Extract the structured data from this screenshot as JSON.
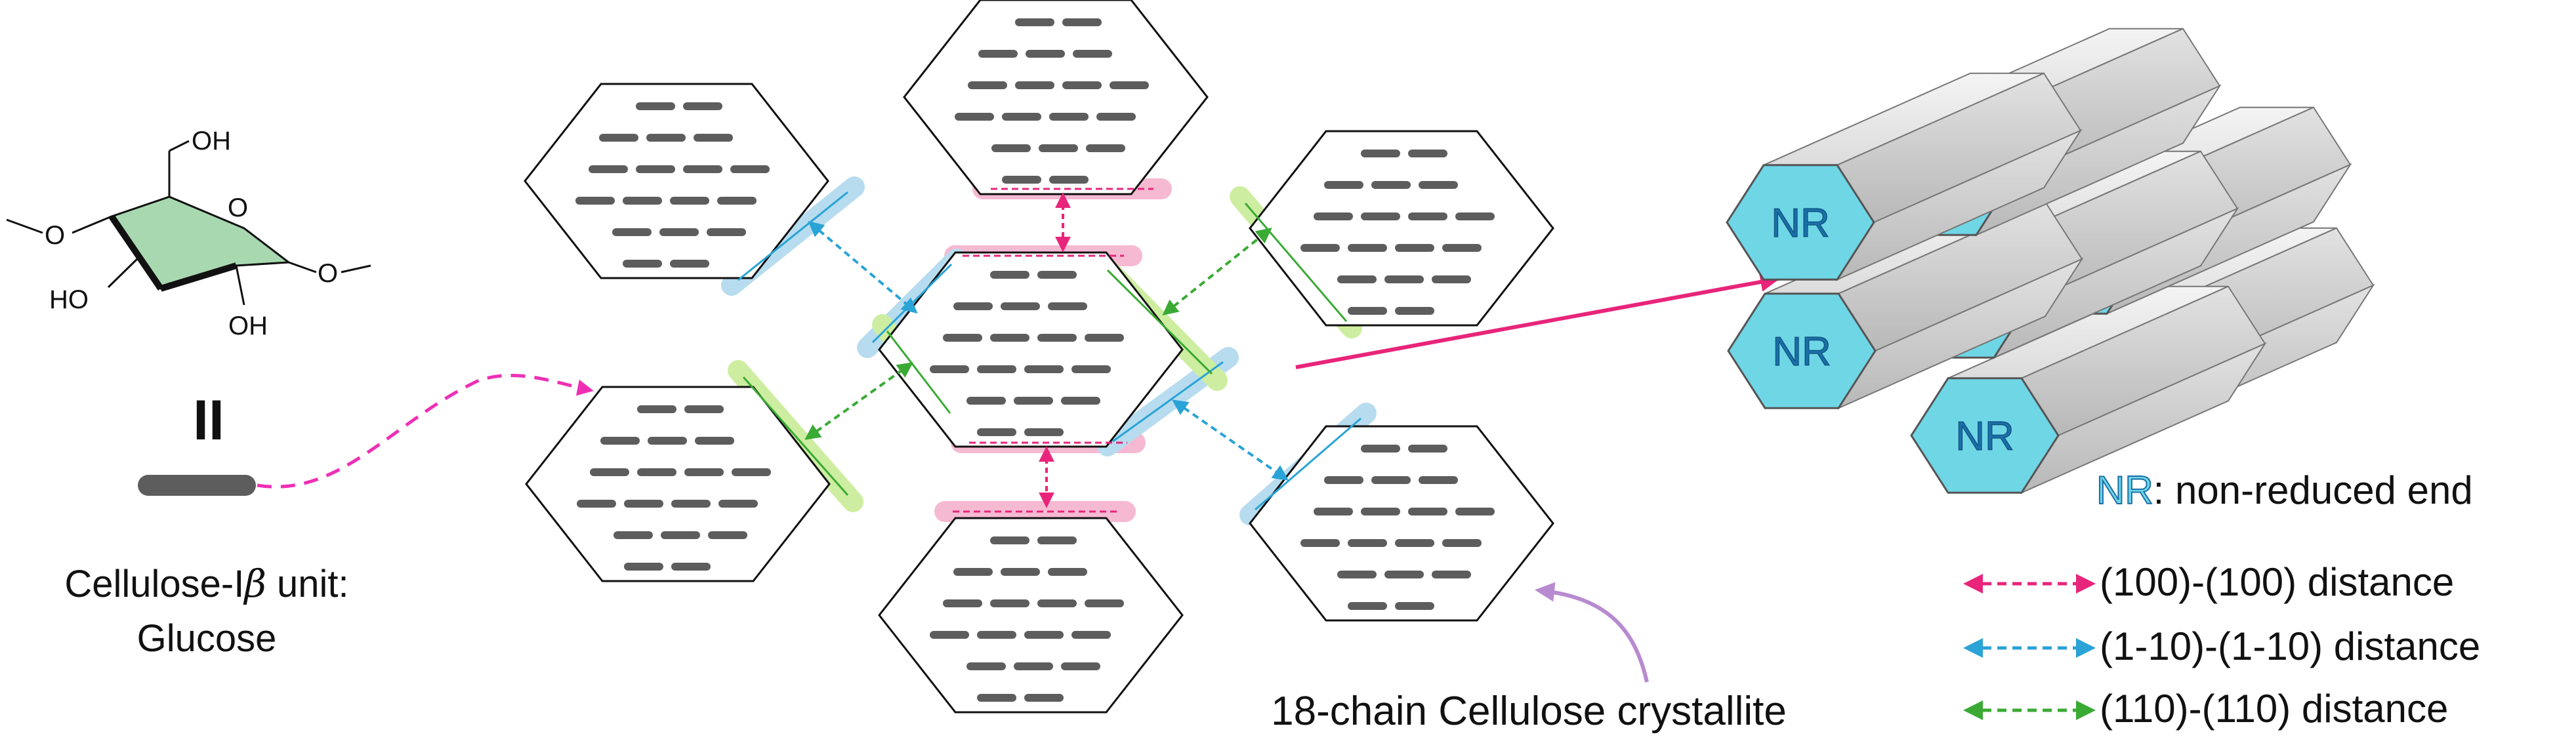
{
  "glucose": {
    "atoms": {
      "oh_top": "OH",
      "o_ring": "O",
      "o_left": "O",
      "o_right": "O",
      "ho_left": "HO",
      "oh_bottom": "OH"
    },
    "roman_numeral": "II",
    "caption_line1": "Cellulose-I",
    "caption_beta": "β",
    "caption_line1_suffix": " unit:",
    "caption_line2": "Glucose"
  },
  "crystallite_label": "18-chain Cellulose crystallite",
  "bundle_label": "NR",
  "legend": {
    "nr_abbrev": "NR",
    "nr_text": ": non-reduced end",
    "items": [
      {
        "text": "(100)-(100) distance",
        "color": "#e8257a"
      },
      {
        "text": "(1-10)-(1-10) distance",
        "color": "#2aa3d6"
      },
      {
        "text": "(110)-(110) distance",
        "color": "#3aaa35"
      }
    ]
  },
  "colors": {
    "chain": "#5d5d5d",
    "ring_fill": "#a8d8b0",
    "hex_fill": "#6fd6e6",
    "hex_text": "#1a6fa8",
    "pink_highlight": "#f6b9d2",
    "blue_highlight": "#b7dcef",
    "green_highlight": "#cdeea0",
    "magenta_arrow": "#ee2fb5",
    "crimson_arrow": "#e8257a",
    "lilac_arrow": "#b88ad0"
  }
}
